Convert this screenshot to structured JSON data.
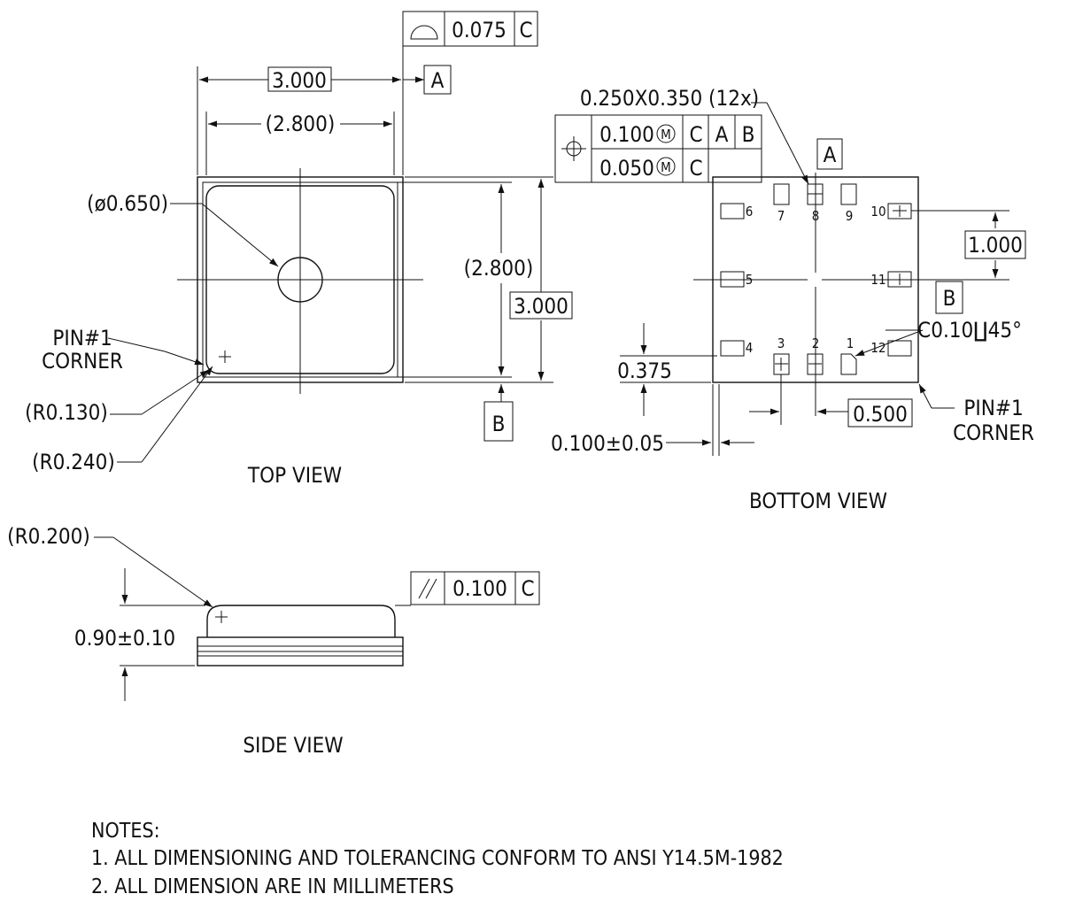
{
  "top_view": {
    "title": "TOP VIEW",
    "dim_width": "3.000",
    "dim_inner_width": "(2.800)",
    "dim_hole": "(ø0.650)",
    "dim_inner_height": "(2.800)",
    "dim_height": "3.000",
    "pin1_line1": "PIN#1",
    "pin1_line2": "CORNER",
    "radius_inner": "(R0.130)",
    "radius_outer": "(R0.240)",
    "datum_a": "A",
    "datum_b": "B",
    "profile_tol": "0.075",
    "profile_datum": "C"
  },
  "bottom_view": {
    "title": "BOTTOM VIEW",
    "pad_size": "0.250X0.350  (12x)",
    "pos_tol_1": "0.100",
    "pos_tol_1_d1": "C",
    "pos_tol_1_d2": "A",
    "pos_tol_1_d3": "B",
    "pos_tol_2": "0.050",
    "pos_tol_2_d1": "C",
    "mmc": "M",
    "datum_a": "A",
    "datum_b": "B",
    "pitch_v": "1.000",
    "pitch_h": "0.500",
    "edge_offset": "0.375",
    "gap": "0.100±0.05",
    "chamfer": "C0.10∐45°",
    "pin1_line1": "PIN#1",
    "pin1_line2": "CORNER",
    "pins": [
      "1",
      "2",
      "3",
      "4",
      "5",
      "6",
      "7",
      "8",
      "9",
      "10",
      "11",
      "12"
    ]
  },
  "side_view": {
    "title": "SIDE VIEW",
    "radius": "(R0.200)",
    "thickness": "0.90±0.10",
    "parallel_tol": "0.100",
    "parallel_datum": "C"
  },
  "notes": {
    "heading": "NOTES:",
    "items": [
      "1. ALL DIMENSIONING AND TOLERANCING CONFORM TO ANSI Y14.5M-1982",
      "2. ALL DIMENSION ARE IN MILLIMETERS"
    ]
  }
}
